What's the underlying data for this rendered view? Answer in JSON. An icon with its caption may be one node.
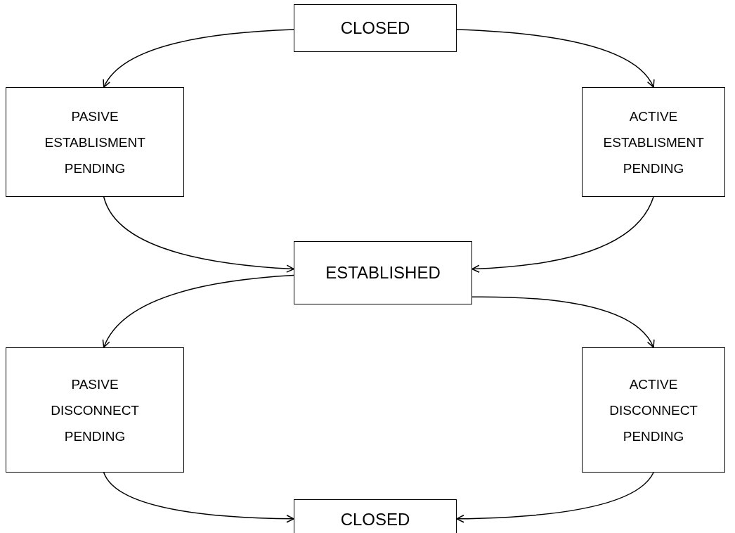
{
  "diagram": {
    "nodes": [
      {
        "text": [
          "CLOSED"
        ]
      },
      {
        "text": [
          "PASIVE ESTABLISMENT PENDING"
        ]
      },
      {
        "text": [
          "ACTIVE ESTABLISMENT PENDING"
        ]
      },
      {
        "text": [
          "ESTABLISHED"
        ]
      },
      {
        "text": [
          "PASIVE DISCONNECT PENDING"
        ]
      },
      {
        "text": [
          "ACTIVE DISCONNECT PENDING"
        ]
      },
      {
        "text": [
          "CLOSED"
        ]
      }
    ],
    "edges": [
      {
        "from": 0,
        "to": 1,
        "arrow": "to"
      },
      {
        "from": 0,
        "to": 2,
        "arrow": "to"
      },
      {
        "from": 1,
        "to": 3,
        "arrow": "to"
      },
      {
        "from": 2,
        "to": 3,
        "arrow": "to"
      },
      {
        "from": 3,
        "to": 4,
        "arrow": "to"
      },
      {
        "from": 3,
        "to": 5,
        "arrow": "to"
      },
      {
        "from": 4,
        "to": 6,
        "arrow": "to"
      },
      {
        "from": 5,
        "to": 6,
        "arrow": "to"
      }
    ]
  }
}
